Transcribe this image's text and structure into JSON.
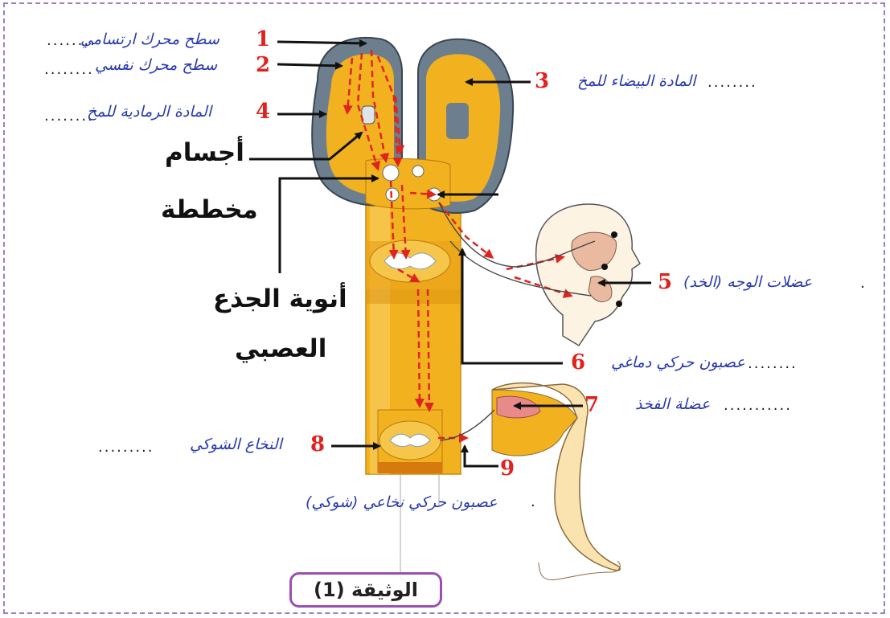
{
  "caption": "الوثيقة (1)",
  "labels": {
    "l1": {
      "number": "1",
      "text": "سطح محرك ارتسامي",
      "dots": "........"
    },
    "l2": {
      "number": "2",
      "text": "سطح محرك نفسي",
      "dots": "........"
    },
    "l3": {
      "number": "3",
      "text": "المادة البيضاء للمخ",
      "dots": "........"
    },
    "l4": {
      "number": "4",
      "text": "المادة الرمادية للمخ",
      "dots": "........"
    },
    "l5": {
      "number": "5",
      "text": "عضلات الوجه (الخد)",
      "dots": "."
    },
    "l6": {
      "number": "6",
      "text": "عصبون حركي دماغي",
      "dots": "........"
    },
    "l7": {
      "number": "7",
      "text": "عضلة الفخذ",
      "dots": "..........."
    },
    "l8": {
      "number": "8",
      "text": "النخاع الشوكي",
      "dots": "........."
    },
    "l9": {
      "number": "9",
      "text": "عصبون حركي نخاعي (شوكي)",
      "dots": "."
    }
  },
  "bold_labels": {
    "striated_bodies_1": "أجسام",
    "striated_bodies_2": "مخططة",
    "brainstem_nuclei_1": "أنوية الجذع",
    "brainstem_nuclei_2": "العصبي"
  },
  "colors": {
    "tissue": "#f2b21f",
    "tissue_light": "#f9d46a",
    "grey_matter": "#6d7f8e",
    "pathway": "#e0231e",
    "handwriting": "#2a3bb0"
  }
}
